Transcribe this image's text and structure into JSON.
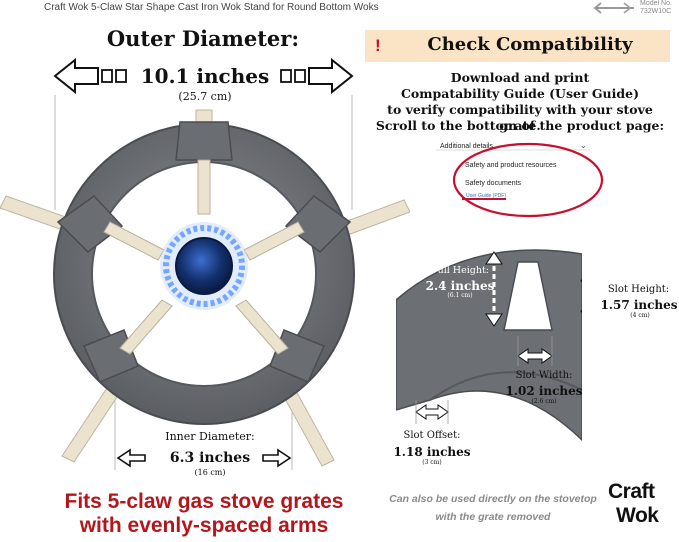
{
  "header": {
    "product_title": "Craft Wok 5-Claw Star Shape Cast Iron Wok Stand for Round Bottom Woks",
    "model_no_label": "Model No.",
    "model_no_value": "732W10C"
  },
  "outer_diameter": {
    "title": "Outer Diameter:",
    "inches": "10.1 inches",
    "cm": "(25.7 cm)"
  },
  "inner_diameter": {
    "title": "Inner Diameter:",
    "inches": "6.3 inches",
    "cm": "(16 cm)"
  },
  "fits_tagline": {
    "line1": "Fits 5-claw gas stove grates",
    "line2": "with evenly-spaced arms"
  },
  "compatibility": {
    "mark": "!",
    "title": "Check Compatibility",
    "lines": [
      "Download and print",
      "Compatability Guide (User Guide)",
      "to verify compatibility with your stove grate.",
      "Scroll to the bottom of the product page:"
    ]
  },
  "product_page_snippet": {
    "additional_details": "Additional details",
    "chevron": "⌄",
    "safety_resources": "Safety and product resources",
    "safety_documents": "Safety documents",
    "user_guide": "User Guide (PDF)"
  },
  "measurements": {
    "full_height": {
      "title": "Full Height:",
      "inches": "2.4 inches",
      "cm": "(6.1 cm)"
    },
    "slot_height": {
      "title": "Slot Height:",
      "inches": "1.57 inches",
      "cm": "(4 cm)"
    },
    "slot_width": {
      "title": "Slot Width:",
      "inches": "1.02 inches",
      "cm": "(2.6 cm)"
    },
    "slot_offset": {
      "title": "Slot Offset:",
      "inches": "1.18 inches",
      "cm": "(3 cm)"
    }
  },
  "stovetop_note": {
    "line1": "Can also be used directly on the stovetop",
    "line2": "with the grate removed"
  },
  "logo": {
    "line1": "Craft",
    "line2": "Wok"
  },
  "colors": {
    "accent_red": "#b4161b",
    "compat_banner": "#fbe3c5",
    "cast_iron": "#6c6f74",
    "flame_blue": "#2b6fd6",
    "grate_arm": "#ece3cf"
  }
}
